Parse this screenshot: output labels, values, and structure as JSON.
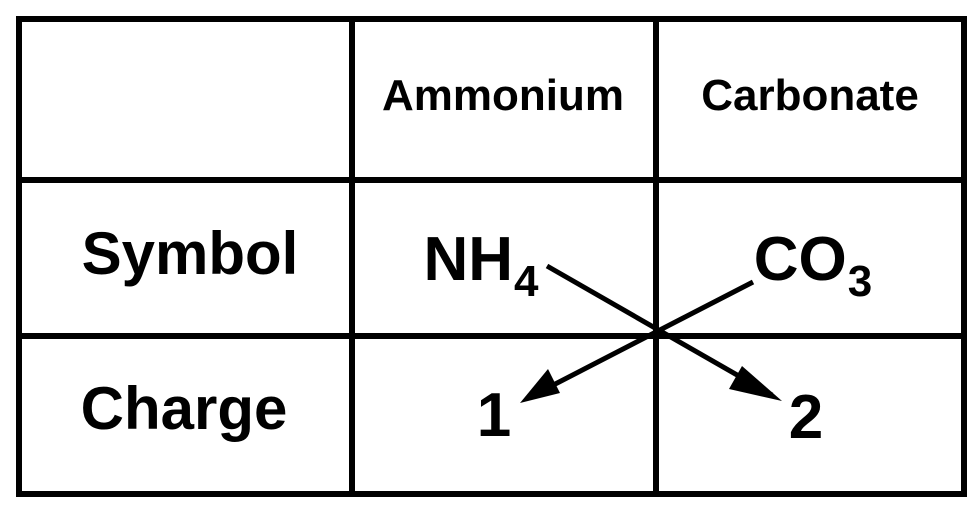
{
  "table": {
    "headers": [
      "",
      "Ammonium",
      "Carbonate"
    ],
    "rows": [
      {
        "label": "Symbol",
        "ammonium": {
          "base": "NH",
          "subscript": "4"
        },
        "carbonate": {
          "base": "CO",
          "subscript": "3"
        }
      },
      {
        "label": "Charge",
        "ammonium": "1",
        "carbonate": "2"
      }
    ]
  },
  "colors": {
    "line": "#000000",
    "background": "#ffffff"
  }
}
